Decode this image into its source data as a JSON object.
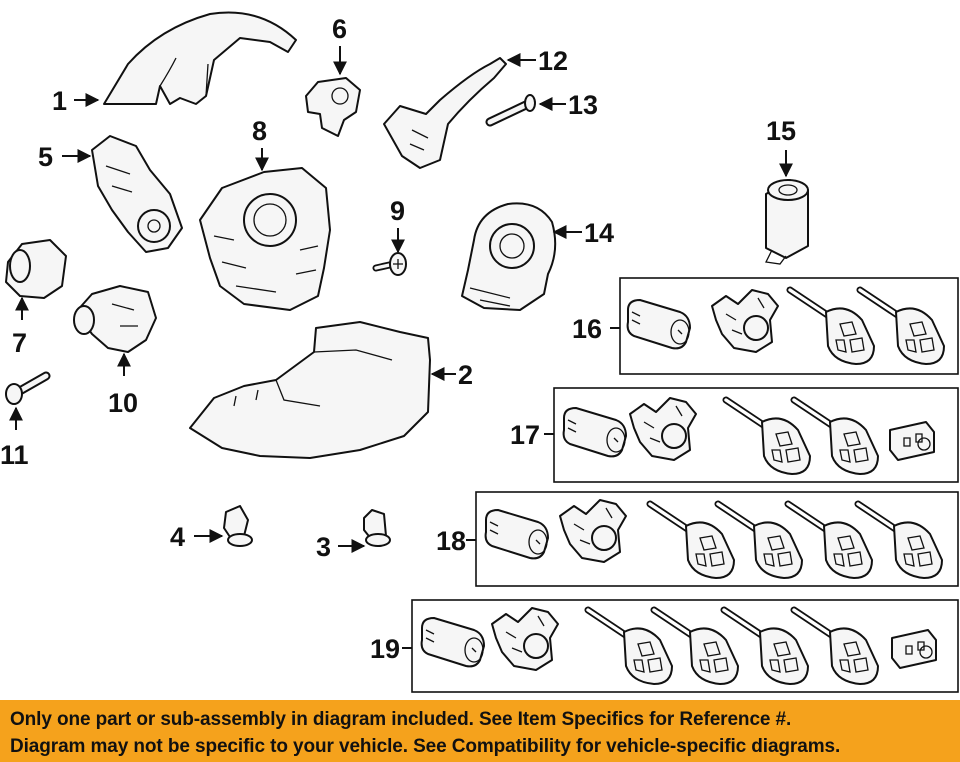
{
  "diagram": {
    "callouts": [
      "1",
      "2",
      "3",
      "4",
      "5",
      "6",
      "7",
      "8",
      "9",
      "10",
      "11",
      "12",
      "13",
      "14",
      "15",
      "16",
      "17",
      "18",
      "19"
    ],
    "parts": [
      {
        "ref": "1",
        "icon": "upper-column-shroud"
      },
      {
        "ref": "2",
        "icon": "lower-column-shroud"
      },
      {
        "ref": "3",
        "icon": "screw"
      },
      {
        "ref": "4",
        "icon": "retainer-clip"
      },
      {
        "ref": "5",
        "icon": "ignition-switch"
      },
      {
        "ref": "6",
        "icon": "bracket"
      },
      {
        "ref": "7",
        "icon": "switch-housing"
      },
      {
        "ref": "8",
        "icon": "steering-column-switch-housing"
      },
      {
        "ref": "9",
        "icon": "screw"
      },
      {
        "ref": "10",
        "icon": "lock-housing"
      },
      {
        "ref": "11",
        "icon": "bolt"
      },
      {
        "ref": "12",
        "icon": "wiper-switch"
      },
      {
        "ref": "13",
        "icon": "bolt"
      },
      {
        "ref": "14",
        "icon": "clockspring"
      },
      {
        "ref": "15",
        "icon": "lock-cylinder"
      },
      {
        "ref": "16",
        "icon": "lock-and-key-set"
      },
      {
        "ref": "17",
        "icon": "lock-and-key-set"
      },
      {
        "ref": "18",
        "icon": "lock-and-key-set"
      },
      {
        "ref": "19",
        "icon": "lock-and-key-set"
      }
    ]
  },
  "disclaimer": {
    "line1": "Only one part or sub-assembly in diagram included. See Item Specifics for Reference #.",
    "line2": "Diagram may not be specific to your vehicle. See Compatibility for vehicle-specific diagrams.",
    "background": "#f5a21c"
  }
}
